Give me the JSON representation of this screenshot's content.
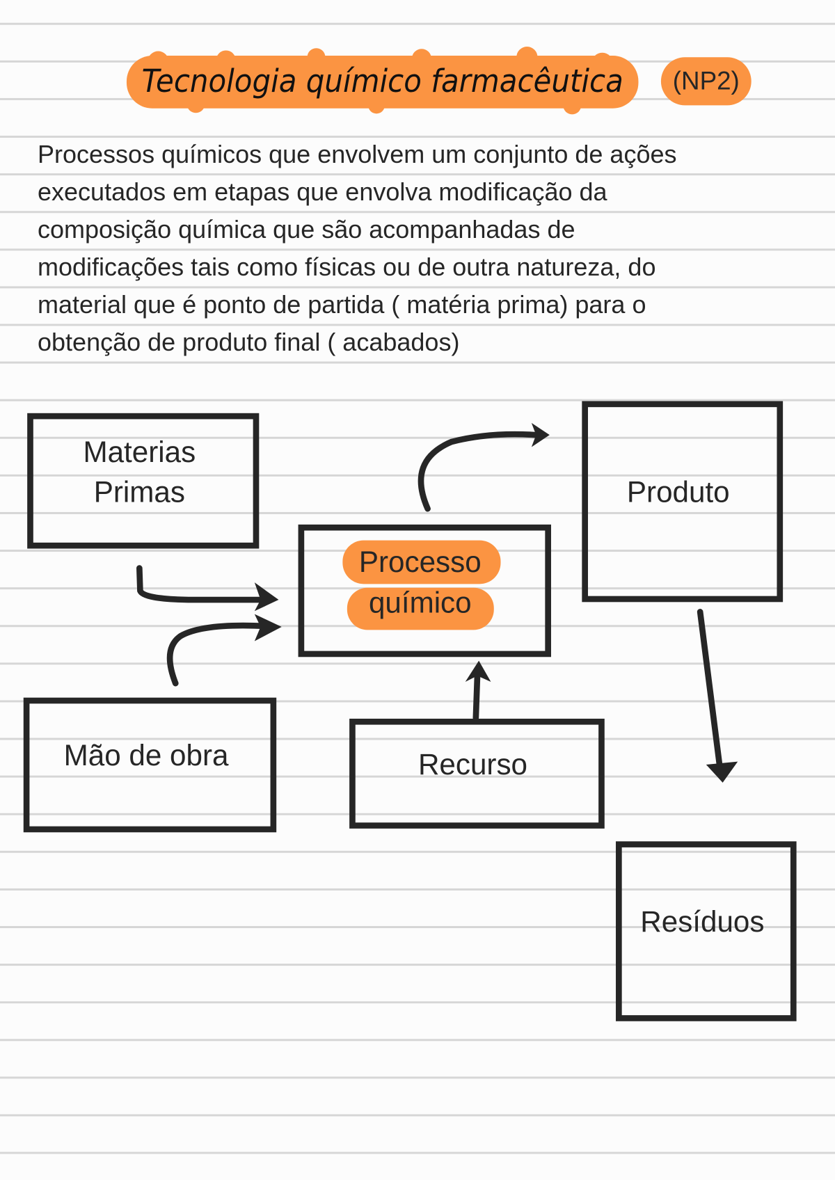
{
  "title": {
    "main": "Tecnologia químico farmacêutica",
    "tag": "(NP2)"
  },
  "paragraph": [
    "Processos químicos que envolvem um conjunto de ações",
    "executados em etapas que envolva modificação da",
    "composição química que são acompanhadas de",
    "modificações tais como físicas ou de outra natureza, do",
    "material que é ponto de partida ( matéria prima) para o",
    "obtenção de produto final  ( acabados)"
  ],
  "diagram": {
    "materias": [
      "Materias",
      "Primas"
    ],
    "processo": [
      "Processo",
      "químico"
    ],
    "produto": "Produto",
    "mao_de_obra": "Mão de obra",
    "recurso": "Recurso",
    "residuos": "Resíduos"
  },
  "colors": {
    "highlight": "#FB9442",
    "ink": "#262626"
  }
}
